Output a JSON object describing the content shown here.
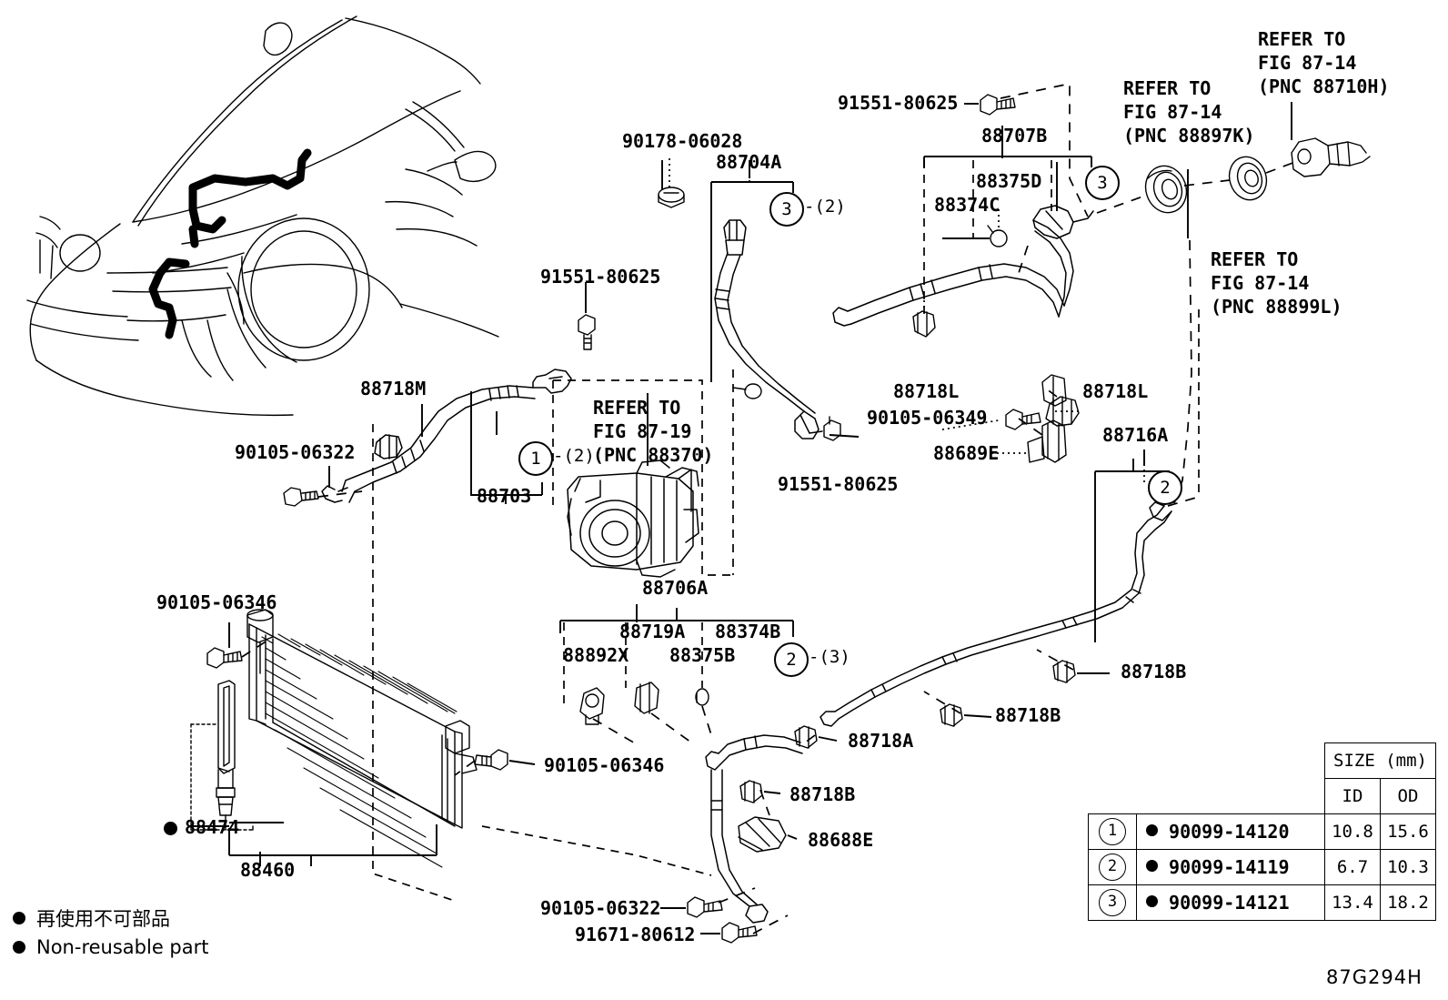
{
  "figure": {
    "code": "87G294H",
    "title": "A/C Piping / Cooler Parts Diagram"
  },
  "legend": {
    "jp_text": "再使用不可部品",
    "en_text": "Non-reusable part"
  },
  "size_table": {
    "header_size": "SIZE (mm)",
    "header_id": "ID",
    "header_od": "OD",
    "rows": [
      {
        "index": "1",
        "part": "90099-14120",
        "id": "10.8",
        "od": "15.6",
        "nonreusable": true
      },
      {
        "index": "2",
        "part": "90099-14119",
        "id": "6.7",
        "od": "10.3",
        "nonreusable": true
      },
      {
        "index": "3",
        "part": "90099-14121",
        "id": "13.4",
        "od": "18.2",
        "nonreusable": true
      }
    ]
  },
  "callouts": {
    "bolt_91551_80625_top": "91551-80625",
    "nut_90178_06028": "90178-06028",
    "hose_88704A": "88704A",
    "hose_88707B": "88707B",
    "oring_88375D": "88375D",
    "oring_88374C": "88374C",
    "clamp_88718L_left": "88718L",
    "clamp_88718L_right": "88718L",
    "bolt_90105_06349": "90105-06349",
    "bracket_88689E": "88689E",
    "tube_88716A": "88716A",
    "bolt_91551_80625_mid": "91551-80625",
    "bolt_91551_80625_low": "91551-80625",
    "clamp_88718M": "88718M",
    "bolt_90105_06322_left": "90105-06322",
    "hose_88703": "88703",
    "compressor_ref": "REFER TO\nFIG 87-19\n(PNC 88370)",
    "ref_88897K": "REFER TO\nFIG 87-14\n(PNC 88897K)",
    "ref_88710H": "REFER TO\nFIG 87-14\n(PNC 88710H)",
    "ref_88899L": "REFER TO\nFIG 87-14\n(PNC 88899L)",
    "tube_88706A": "88706A",
    "valve_88719A": "88719A",
    "oring_88374B": "88374B",
    "sensor_88892X": "88892X",
    "oring_88375B": "88375B",
    "clamp_88718A": "88718A",
    "clamp_88718B_right": "88718B",
    "clamp_88718B_mid": "88718B",
    "clamp_88718B_low": "88718B",
    "bracket_88688E": "88688E",
    "bolt_90105_06346_top": "90105-06346",
    "bolt_90105_06346_mid": "90105-06346",
    "oring_88474": "88474",
    "condenser_88460": "88460",
    "bolt_90105_06322_bottom": "90105-06322",
    "bolt_91671_80612": "91671-80612"
  },
  "quantities": {
    "q3_top": "-(2)",
    "q3_right": "",
    "q1_mid": "-(2)",
    "q2_right": "",
    "q2_bottom": "-(3)"
  },
  "circle_indices": {
    "c3_top": "3",
    "c3_right": "3",
    "c1_mid": "1",
    "c2_right": "2",
    "c2_bottom": "2"
  },
  "colors": {
    "line": "#000000",
    "background": "#ffffff"
  }
}
